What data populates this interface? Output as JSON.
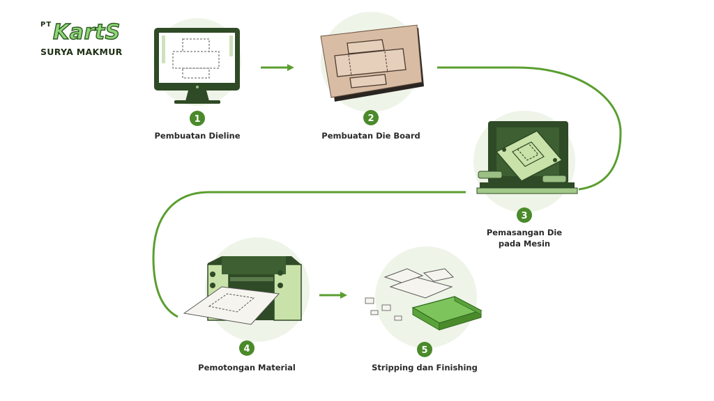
{
  "logo": {
    "prefix": "PT",
    "brand": "KartS",
    "subtitle": "SURYA MAKMUR"
  },
  "colors": {
    "accent": "#5a9e2f",
    "badge": "#4a8a2a",
    "machine_dark": "#2f4a26",
    "machine_light": "#c9e2a9",
    "circle_bg": "#eef4e8",
    "board": "#d9bca4"
  },
  "steps": [
    {
      "number": "1",
      "label": "Pembuatan Dieline",
      "icon": "computer-monitor-icon"
    },
    {
      "number": "2",
      "label": "Pembuatan Die Board",
      "icon": "die-board-icon"
    },
    {
      "number": "3",
      "label_lines": [
        "Pemasangan Die",
        "pada Mesin"
      ],
      "icon": "die-cutting-press-icon"
    },
    {
      "number": "4",
      "label": "Pemotongan Material",
      "icon": "die-cutting-machine-icon"
    },
    {
      "number": "5",
      "label": "Stripping dan Finishing",
      "icon": "finished-box-icon"
    }
  ]
}
